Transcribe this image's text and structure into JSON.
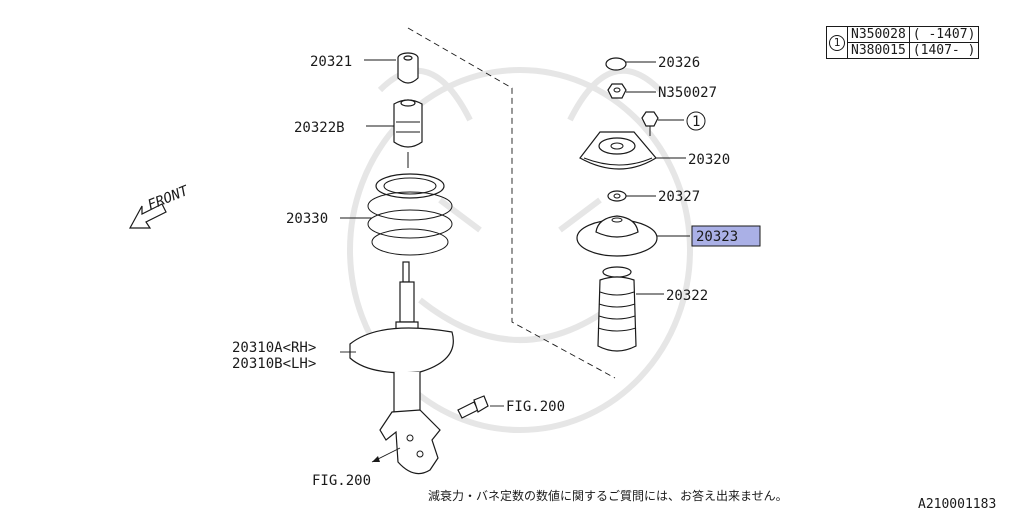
{
  "labels": {
    "p20321": "20321",
    "p20322B": "20322B",
    "p20330": "20330",
    "p20310A": "20310A<RH>",
    "p20310B": "20310B<LH>",
    "fig_bottom": "FIG.200",
    "fig_bolt": "FIG.200",
    "front": "FRONT",
    "p20326": "20326",
    "pN350027": "N350027",
    "ref1": "1",
    "p20320": "20320",
    "p20327": "20327",
    "p20323": "20323",
    "p20322": "20322"
  },
  "highlight_color": "#aab0e6",
  "legend": {
    "ref": "1",
    "rows": [
      {
        "part": "N350028",
        "range": "( -1407)"
      },
      {
        "part": "N380015",
        "range": "(1407- )"
      }
    ]
  },
  "footer": {
    "note": "減衰力・バネ定数の数値に関するご質問には、お答え出来ません。",
    "code": "A210001183"
  }
}
